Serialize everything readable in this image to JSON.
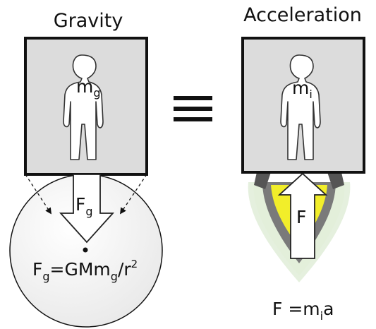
{
  "left_panel": {
    "title": "Gravity",
    "person_label": {
      "base": "m",
      "sub": "g"
    },
    "force_label": {
      "base": "F",
      "sub": "g"
    },
    "equation": {
      "f": "F",
      "f_sub": "g",
      "mid": "=GMm",
      "m_sub": "g",
      "div": "/r",
      "exp": "2"
    }
  },
  "equivalence_symbol": "≡",
  "right_panel": {
    "title": "Acceleration",
    "person_label": {
      "base": "m",
      "sub": "i"
    },
    "force_label": "F",
    "equation": {
      "lhs": "F =m",
      "sub": "i",
      "rhs": "a"
    }
  },
  "colors": {
    "outline": "#111111",
    "flame_yellow": "#f2ee2a",
    "flame_gray": "#6e6e6e",
    "flame_green": "#cfe3c2",
    "planet_fill": "#f4f4f4"
  }
}
